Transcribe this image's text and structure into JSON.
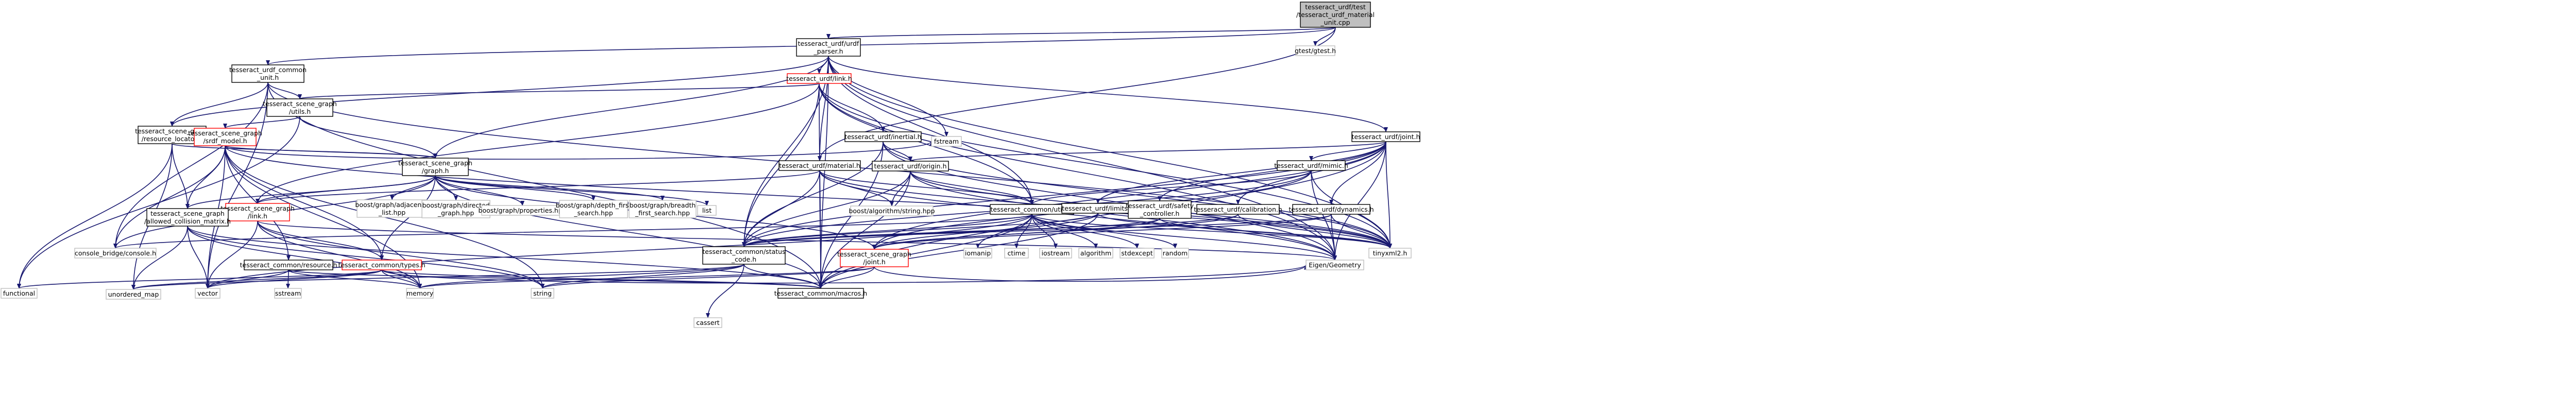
{
  "colors": {
    "edge": "#191970",
    "node_border_local": "#000000",
    "node_border_external": "#bfbfbf",
    "node_border_cyclic": "#ff0000",
    "node_fill": "#ffffff",
    "root_fill": "#bfbfbf"
  },
  "nodes": [
    {
      "id": "root",
      "lines": [
        "tesseract_urdf/test",
        "/tesseract_urdf_material",
        "_unit.cpp"
      ],
      "kind": "root"
    },
    {
      "id": "urdf_parser",
      "lines": [
        "tesseract_urdf/urdf",
        "_parser.h"
      ],
      "kind": "local"
    },
    {
      "id": "gtest",
      "lines": [
        "gtest/gtest.h"
      ],
      "kind": "external"
    },
    {
      "id": "urdf_common",
      "lines": [
        "tesseract_urdf_common",
        "_unit.h"
      ],
      "kind": "local"
    },
    {
      "id": "link",
      "lines": [
        "tesseract_urdf/link.h"
      ],
      "kind": "cyclic"
    },
    {
      "id": "joint",
      "lines": [
        "tesseract_urdf/joint.h"
      ],
      "kind": "local"
    },
    {
      "id": "sg_utils",
      "lines": [
        "tesseract_scene_graph",
        "/utils.h"
      ],
      "kind": "local"
    },
    {
      "id": "resource_locator",
      "lines": [
        "tesseract_scene_graph",
        "/resource_locator.h"
      ],
      "kind": "local"
    },
    {
      "id": "srdf_model",
      "lines": [
        "tesseract_scene_graph",
        "/srdf_model.h"
      ],
      "kind": "cyclic"
    },
    {
      "id": "inertial",
      "lines": [
        "tesseract_urdf/inertial.h"
      ],
      "kind": "local"
    },
    {
      "id": "sg_graph",
      "lines": [
        "tesseract_scene_graph",
        "/graph.h"
      ],
      "kind": "local"
    },
    {
      "id": "fstream",
      "lines": [
        "fstream"
      ],
      "kind": "external"
    },
    {
      "id": "material",
      "lines": [
        "tesseract_urdf/material.h"
      ],
      "kind": "local"
    },
    {
      "id": "origin",
      "lines": [
        "tesseract_urdf/origin.h"
      ],
      "kind": "local"
    },
    {
      "id": "mimic",
      "lines": [
        "tesseract_urdf/mimic.h"
      ],
      "kind": "local"
    },
    {
      "id": "sg_link",
      "lines": [
        "tesseract_scene_graph",
        "/link.h"
      ],
      "kind": "cyclic"
    },
    {
      "id": "allowed_collision",
      "lines": [
        "tesseract_scene_graph",
        "/allowed_collision_matrix.h"
      ],
      "kind": "local"
    },
    {
      "id": "bg_adjacency",
      "lines": [
        "boost/graph/adjacency",
        "_list.hpp"
      ],
      "kind": "external"
    },
    {
      "id": "bg_directed",
      "lines": [
        "boost/graph/directed",
        "_graph.hpp"
      ],
      "kind": "external"
    },
    {
      "id": "bg_properties",
      "lines": [
        "boost/graph/properties.hpp"
      ],
      "kind": "external"
    },
    {
      "id": "bg_dfs",
      "lines": [
        "boost/graph/depth_first",
        "_search.hpp"
      ],
      "kind": "external"
    },
    {
      "id": "bg_bfs",
      "lines": [
        "boost/graph/breadth",
        "_first_search.hpp"
      ],
      "kind": "external"
    },
    {
      "id": "list",
      "lines": [
        "list"
      ],
      "kind": "external"
    },
    {
      "id": "boost_algo_string",
      "lines": [
        "boost/algorithm/string.hpp"
      ],
      "kind": "external"
    },
    {
      "id": "common_utils",
      "lines": [
        "tesseract_common/utils.h"
      ],
      "kind": "local"
    },
    {
      "id": "limits",
      "lines": [
        "tesseract_urdf/limits.h"
      ],
      "kind": "local"
    },
    {
      "id": "safety",
      "lines": [
        "tesseract_urdf/safety",
        "_controller.h"
      ],
      "kind": "local"
    },
    {
      "id": "calibration",
      "lines": [
        "tesseract_urdf/calibration.h"
      ],
      "kind": "local"
    },
    {
      "id": "dynamics",
      "lines": [
        "tesseract_urdf/dynamics.h"
      ],
      "kind": "local"
    },
    {
      "id": "tinyxml2",
      "lines": [
        "tinyxml2.h"
      ],
      "kind": "external"
    },
    {
      "id": "eigen",
      "lines": [
        "Eigen/Geometry"
      ],
      "kind": "external"
    },
    {
      "id": "console_bridge",
      "lines": [
        "console_bridge/console.h"
      ],
      "kind": "external"
    },
    {
      "id": "resource",
      "lines": [
        "tesseract_common/resource.h"
      ],
      "kind": "local"
    },
    {
      "id": "common_types",
      "lines": [
        "tesseract_common/types.h"
      ],
      "kind": "cyclic"
    },
    {
      "id": "status_code",
      "lines": [
        "tesseract_common/status",
        "_code.h"
      ],
      "kind": "local"
    },
    {
      "id": "sg_joint",
      "lines": [
        "tesseract_scene_graph",
        "/joint.h"
      ],
      "kind": "cyclic"
    },
    {
      "id": "omanip",
      "lines": [
        "iomanip"
      ],
      "kind": "external"
    },
    {
      "id": "ctime",
      "lines": [
        "ctime"
      ],
      "kind": "external"
    },
    {
      "id": "iostream",
      "lines": [
        "iostream"
      ],
      "kind": "external"
    },
    {
      "id": "algorithm",
      "lines": [
        "algorithm"
      ],
      "kind": "external"
    },
    {
      "id": "stdexcept",
      "lines": [
        "stdexcept"
      ],
      "kind": "external"
    },
    {
      "id": "random",
      "lines": [
        "random"
      ],
      "kind": "external"
    },
    {
      "id": "functional",
      "lines": [
        "functional"
      ],
      "kind": "external"
    },
    {
      "id": "unordered_map",
      "lines": [
        "unordered_map"
      ],
      "kind": "external"
    },
    {
      "id": "vector",
      "lines": [
        "vector"
      ],
      "kind": "external"
    },
    {
      "id": "sstream",
      "lines": [
        "sstream"
      ],
      "kind": "external"
    },
    {
      "id": "memory",
      "lines": [
        "memory"
      ],
      "kind": "external"
    },
    {
      "id": "string",
      "lines": [
        "string"
      ],
      "kind": "external"
    },
    {
      "id": "cassert",
      "lines": [
        "cassert"
      ],
      "kind": "external"
    },
    {
      "id": "common_macros",
      "lines": [
        "tesseract_common/macros.h"
      ],
      "kind": "local"
    }
  ],
  "edges": [
    [
      "root",
      "urdf_parser"
    ],
    [
      "root",
      "gtest"
    ],
    [
      "root",
      "urdf_common"
    ],
    [
      "root",
      "material"
    ],
    [
      "urdf_parser",
      "link"
    ],
    [
      "urdf_parser",
      "joint"
    ],
    [
      "urdf_parser",
      "resource_locator"
    ],
    [
      "urdf_parser",
      "sg_graph"
    ],
    [
      "urdf_parser",
      "fstream"
    ],
    [
      "urdf_parser",
      "material"
    ],
    [
      "urdf_parser",
      "status_code"
    ],
    [
      "urdf_parser",
      "common_macros"
    ],
    [
      "urdf_parser",
      "tinyxml2"
    ],
    [
      "urdf_parser",
      "common_utils"
    ],
    [
      "urdf_parser",
      "eigen"
    ],
    [
      "urdf_common",
      "sg_utils"
    ],
    [
      "urdf_common",
      "resource_locator"
    ],
    [
      "urdf_common",
      "console_bridge"
    ],
    [
      "urdf_common",
      "vector"
    ],
    [
      "urdf_common",
      "common_macros"
    ],
    [
      "urdf_common",
      "tinyxml2"
    ],
    [
      "link",
      "inertial"
    ],
    [
      "link",
      "sg_link"
    ],
    [
      "link",
      "sg_utils"
    ],
    [
      "link",
      "status_code"
    ],
    [
      "link",
      "common_macros"
    ],
    [
      "link",
      "eigen"
    ],
    [
      "link",
      "tinyxml2"
    ],
    [
      "link",
      "common_utils"
    ],
    [
      "joint",
      "origin"
    ],
    [
      "joint",
      "mimic"
    ],
    [
      "joint",
      "limits"
    ],
    [
      "joint",
      "safety"
    ],
    [
      "joint",
      "calibration"
    ],
    [
      "joint",
      "dynamics"
    ],
    [
      "joint",
      "sg_joint"
    ],
    [
      "joint",
      "tinyxml2"
    ],
    [
      "joint",
      "eigen"
    ],
    [
      "joint",
      "status_code"
    ],
    [
      "joint",
      "common_macros"
    ],
    [
      "sg_utils",
      "srdf_model"
    ],
    [
      "sg_utils",
      "sg_graph"
    ],
    [
      "sg_utils",
      "functional"
    ],
    [
      "resource_locator",
      "allowed_collision"
    ],
    [
      "resource_locator",
      "sg_graph"
    ],
    [
      "resource_locator",
      "functional"
    ],
    [
      "resource_locator",
      "unordered_map"
    ],
    [
      "srdf_model",
      "allowed_collision"
    ],
    [
      "srdf_model",
      "sg_graph"
    ],
    [
      "srdf_model",
      "fstream"
    ],
    [
      "srdf_model",
      "console_bridge"
    ],
    [
      "srdf_model",
      "resource"
    ],
    [
      "srdf_model",
      "common_types"
    ],
    [
      "srdf_model",
      "tinyxml2"
    ],
    [
      "srdf_model",
      "vector"
    ],
    [
      "srdf_model",
      "memory"
    ],
    [
      "srdf_model",
      "string"
    ],
    [
      "inertial",
      "origin"
    ],
    [
      "inertial",
      "status_code"
    ],
    [
      "inertial",
      "common_macros"
    ],
    [
      "inertial",
      "tinyxml2"
    ],
    [
      "inertial",
      "eigen"
    ],
    [
      "sg_graph",
      "sg_link"
    ],
    [
      "sg_graph",
      "sg_joint"
    ],
    [
      "sg_graph",
      "allowed_collision"
    ],
    [
      "sg_graph",
      "bg_adjacency"
    ],
    [
      "sg_graph",
      "bg_directed"
    ],
    [
      "sg_graph",
      "bg_properties"
    ],
    [
      "sg_graph",
      "bg_dfs"
    ],
    [
      "sg_graph",
      "bg_bfs"
    ],
    [
      "sg_graph",
      "list"
    ],
    [
      "sg_graph",
      "common_macros"
    ],
    [
      "sg_graph",
      "console_bridge"
    ],
    [
      "sg_graph",
      "common_types"
    ],
    [
      "material",
      "sg_link"
    ],
    [
      "material",
      "boost_algo_string"
    ],
    [
      "material",
      "status_code"
    ],
    [
      "material",
      "common_utils"
    ],
    [
      "material",
      "common_macros"
    ],
    [
      "material",
      "tinyxml2"
    ],
    [
      "material",
      "eigen"
    ],
    [
      "origin",
      "boost_algo_string"
    ],
    [
      "origin",
      "status_code"
    ],
    [
      "origin",
      "common_utils"
    ],
    [
      "origin",
      "common_macros"
    ],
    [
      "origin",
      "tinyxml2"
    ],
    [
      "origin",
      "eigen"
    ],
    [
      "mimic",
      "sg_joint"
    ],
    [
      "mimic",
      "status_code"
    ],
    [
      "mimic",
      "common_utils"
    ],
    [
      "mimic",
      "tinyxml2"
    ],
    [
      "mimic",
      "eigen"
    ],
    [
      "sg_link",
      "common_types"
    ],
    [
      "sg_link",
      "vector"
    ],
    [
      "sg_link",
      "memory"
    ],
    [
      "sg_link",
      "string"
    ],
    [
      "sg_link",
      "eigen"
    ],
    [
      "allowed_collision",
      "common_macros"
    ],
    [
      "allowed_collision",
      "unordered_map"
    ],
    [
      "allowed_collision",
      "vector"
    ],
    [
      "allowed_collision",
      "memory"
    ],
    [
      "allowed_collision",
      "string"
    ],
    [
      "common_utils",
      "omanip"
    ],
    [
      "common_utils",
      "ctime"
    ],
    [
      "common_utils",
      "iostream"
    ],
    [
      "common_utils",
      "algorithm"
    ],
    [
      "common_utils",
      "stdexcept"
    ],
    [
      "common_utils",
      "random"
    ],
    [
      "common_utils",
      "console_bridge"
    ],
    [
      "common_utils",
      "vector"
    ],
    [
      "common_utils",
      "tinyxml2"
    ],
    [
      "common_utils",
      "status_code"
    ],
    [
      "common_utils",
      "eigen"
    ],
    [
      "common_utils",
      "common_macros"
    ],
    [
      "limits",
      "sg_joint"
    ],
    [
      "limits",
      "status_code"
    ],
    [
      "limits",
      "common_macros"
    ],
    [
      "limits",
      "tinyxml2"
    ],
    [
      "safety",
      "sg_joint"
    ],
    [
      "safety",
      "status_code"
    ],
    [
      "safety",
      "tinyxml2"
    ],
    [
      "calibration",
      "sg_joint"
    ],
    [
      "calibration",
      "status_code"
    ],
    [
      "calibration",
      "tinyxml2"
    ],
    [
      "dynamics",
      "sg_joint"
    ],
    [
      "dynamics",
      "status_code"
    ],
    [
      "dynamics",
      "tinyxml2"
    ],
    [
      "dynamics",
      "eigen"
    ],
    [
      "resource",
      "common_macros"
    ],
    [
      "resource",
      "vector"
    ],
    [
      "resource",
      "sstream"
    ],
    [
      "resource",
      "memory"
    ],
    [
      "common_types",
      "common_macros"
    ],
    [
      "common_types",
      "vector"
    ],
    [
      "common_types",
      "memory"
    ],
    [
      "common_types",
      "functional"
    ],
    [
      "common_types",
      "unordered_map"
    ],
    [
      "common_types",
      "eigen"
    ],
    [
      "status_code",
      "common_macros"
    ],
    [
      "status_code",
      "memory"
    ],
    [
      "status_code",
      "string"
    ],
    [
      "status_code",
      "cassert"
    ],
    [
      "status_code",
      "unordered_map"
    ],
    [
      "sg_joint",
      "common_macros"
    ],
    [
      "sg_joint",
      "memory"
    ],
    [
      "sg_joint",
      "string"
    ],
    [
      "sg_joint",
      "eigen"
    ]
  ]
}
